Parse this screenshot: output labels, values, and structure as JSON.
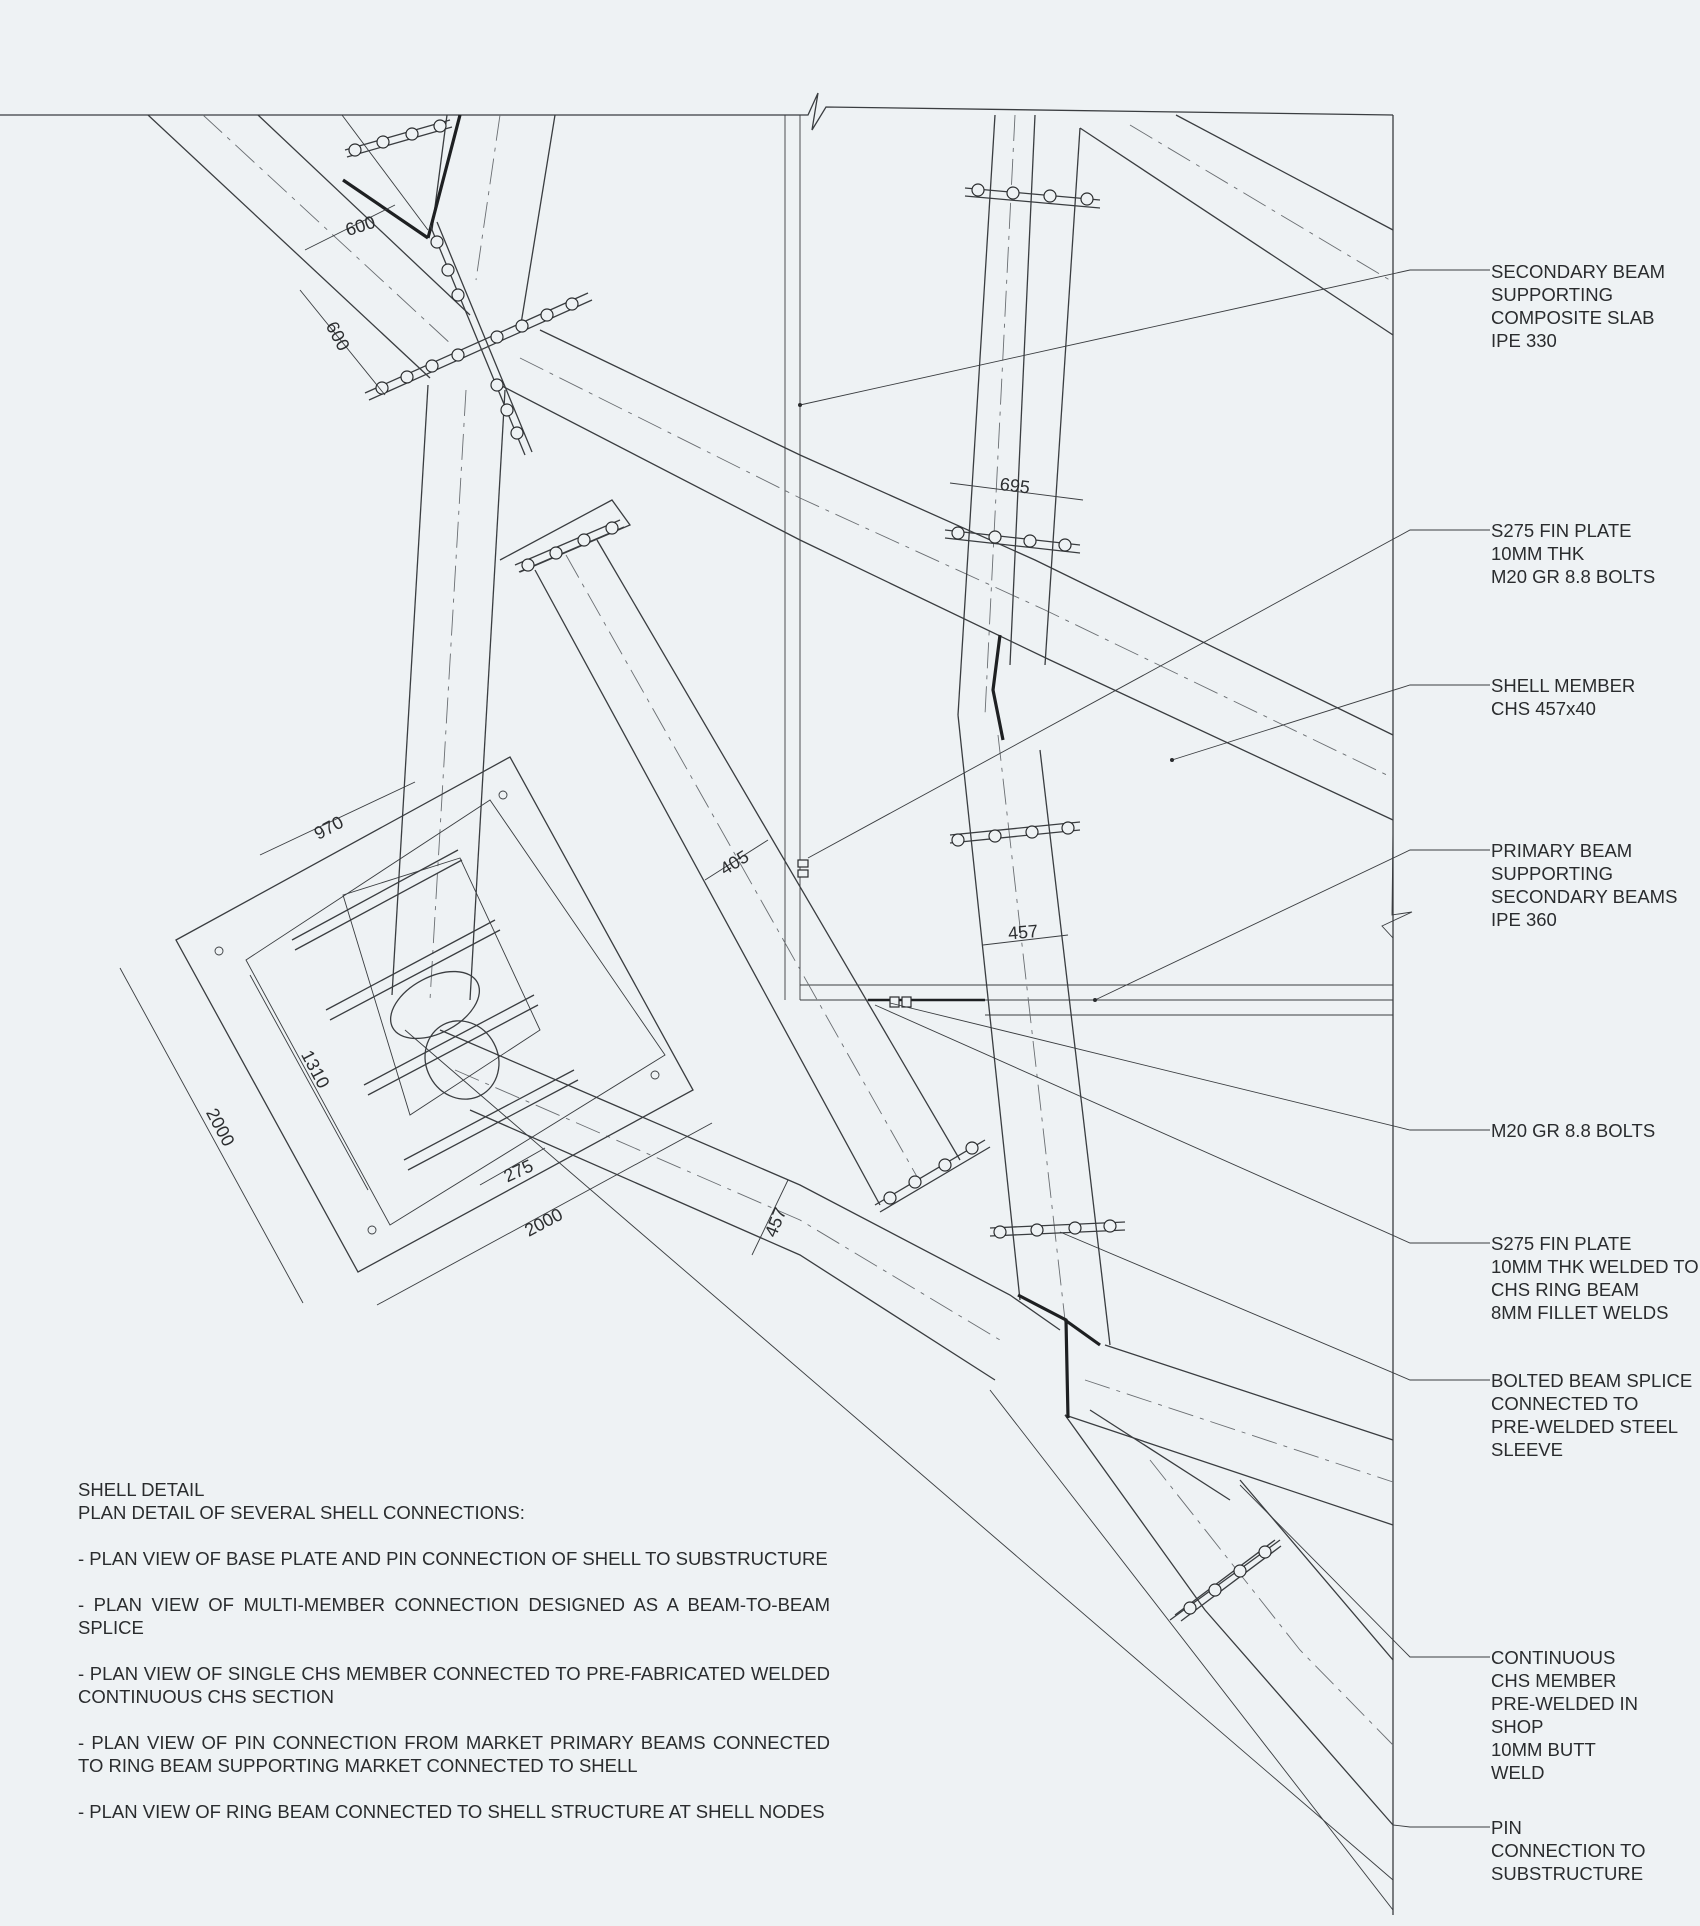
{
  "dimensions": {
    "d600_a": "600",
    "d600_b": "600",
    "d695": "695",
    "d970": "970",
    "d405": "405",
    "d457_a": "457",
    "d1310": "1310",
    "d2000_a": "2000",
    "d275": "275",
    "d2000_b": "2000",
    "d457_b": "457"
  },
  "callouts": [
    {
      "lines": [
        "SECONDARY BEAM",
        "SUPPORTING",
        "COMPOSITE SLAB",
        "IPE 330"
      ]
    },
    {
      "lines": [
        "S275 FIN PLATE",
        "10MM THK",
        "M20 GR 8.8 BOLTS"
      ]
    },
    {
      "lines": [
        "SHELL MEMBER",
        "CHS 457x40"
      ]
    },
    {
      "lines": [
        "PRIMARY BEAM",
        "SUPPORTING",
        "SECONDARY BEAMS",
        "IPE 360"
      ]
    },
    {
      "lines": [
        "M20 GR 8.8 BOLTS"
      ]
    },
    {
      "lines": [
        "S275 FIN PLATE",
        "10MM THK WELDED TO",
        "CHS RING BEAM",
        "8MM FILLET WELDS"
      ]
    },
    {
      "lines": [
        "BOLTED BEAM SPLICE",
        "CONNECTED TO",
        "PRE-WELDED STEEL",
        "SLEEVE"
      ]
    },
    {
      "lines": [
        "CONTINUOUS",
        "CHS MEMBER",
        "PRE-WELDED IN",
        "SHOP",
        "10MM BUTT",
        "WELD"
      ]
    },
    {
      "lines": [
        "PIN",
        "CONNECTION TO",
        "SUBSTRUCTURE"
      ]
    }
  ],
  "notes": {
    "title": "SHELL DETAIL",
    "subtitle": "PLAN DETAIL OF SEVERAL SHELL CONNECTIONS:",
    "items": [
      "- PLAN VIEW OF BASE PLATE AND PIN CONNECTION OF SHELL TO SUBSTRUCTURE",
      "- PLAN VIEW OF MULTI-MEMBER CONNECTION DESIGNED AS A BEAM-TO-BEAM SPLICE",
      "- PLAN VIEW OF SINGLE CHS MEMBER CONNECTED TO PRE-FABRICATED WELDED CONTINUOUS CHS SECTION",
      "- PLAN VIEW OF PIN CONNECTION FROM MARKET PRIMARY BEAMS CONNECTED TO RING BEAM SUPPORTING MARKET CONNECTED TO SHELL",
      "- PLAN VIEW OF RING BEAM CONNECTED TO SHELL STRUCTURE AT SHELL NODES"
    ]
  }
}
